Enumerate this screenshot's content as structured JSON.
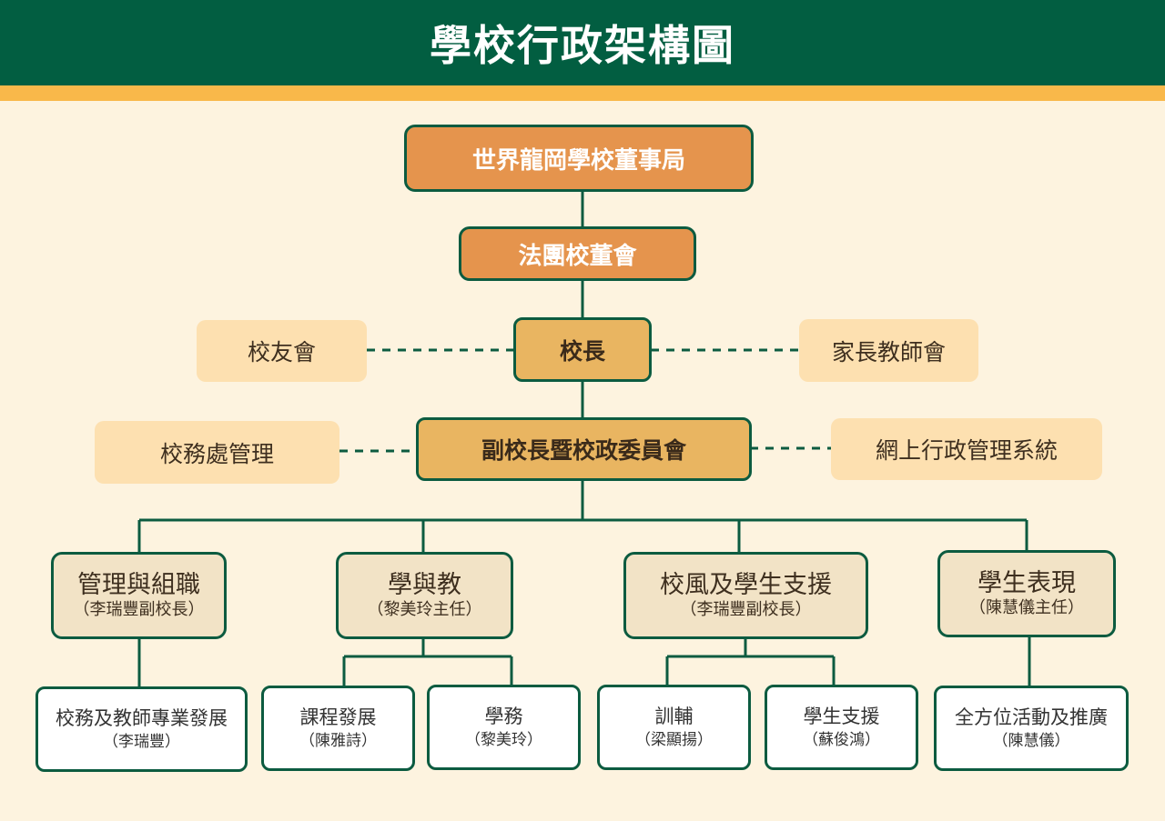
{
  "title": "學校行政架構圖",
  "colors": {
    "header": "#025e41",
    "stripe": "#f9b84a",
    "background": "#fdf3df",
    "line": "#0c5b40",
    "orange_box": "#e5944d",
    "gold_box": "#e9b561",
    "side_box": "#fde0b0",
    "dept_box": "#f2e3c6",
    "sub_box": "#ffffff"
  },
  "board": "世界龍岡學校董事局",
  "corporate_board": "法團校董會",
  "principal": "校長",
  "alumni": "校友會",
  "pta": "家長教師會",
  "vice_committee": "副校長暨校政委員會",
  "admin_office": "校務處管理",
  "online_system": "網上行政管理系統",
  "departments": [
    {
      "name": "管理與組職",
      "person": "（李瑞豐副校長）"
    },
    {
      "name": "學與教",
      "person": "（黎美玲主任）"
    },
    {
      "name": "校風及學生支援",
      "person": "（李瑞豐副校長）"
    },
    {
      "name": "學生表現",
      "person": "（陳慧儀主任）"
    }
  ],
  "units": [
    {
      "name": "校務及教師專業發展",
      "person": "（李瑞豐）"
    },
    {
      "name": "課程發展",
      "person": "（陳雅詩）"
    },
    {
      "name": "學務",
      "person": "（黎美玲）"
    },
    {
      "name": "訓輔",
      "person": "（梁顯揚）"
    },
    {
      "name": "學生支援",
      "person": "（蘇俊鴻）"
    },
    {
      "name": "全方位活動及推廣",
      "person": "（陳慧儀）"
    }
  ]
}
